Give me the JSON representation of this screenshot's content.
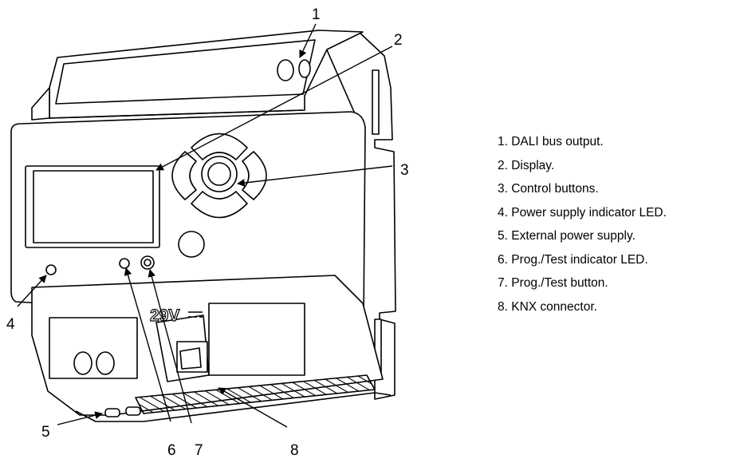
{
  "callout_numbers": [
    "1",
    "2",
    "3",
    "4",
    "5",
    "6",
    "7",
    "8"
  ],
  "voltage_label": "29V",
  "legend": [
    "1. DALI bus output.",
    "2. Display.",
    "3. Control buttons.",
    "4. Power supply indicator LED.",
    "5. External power supply.",
    "6. Prog./Test indicator LED.",
    "7. Prog./Test button.",
    "8. KNX connector."
  ]
}
